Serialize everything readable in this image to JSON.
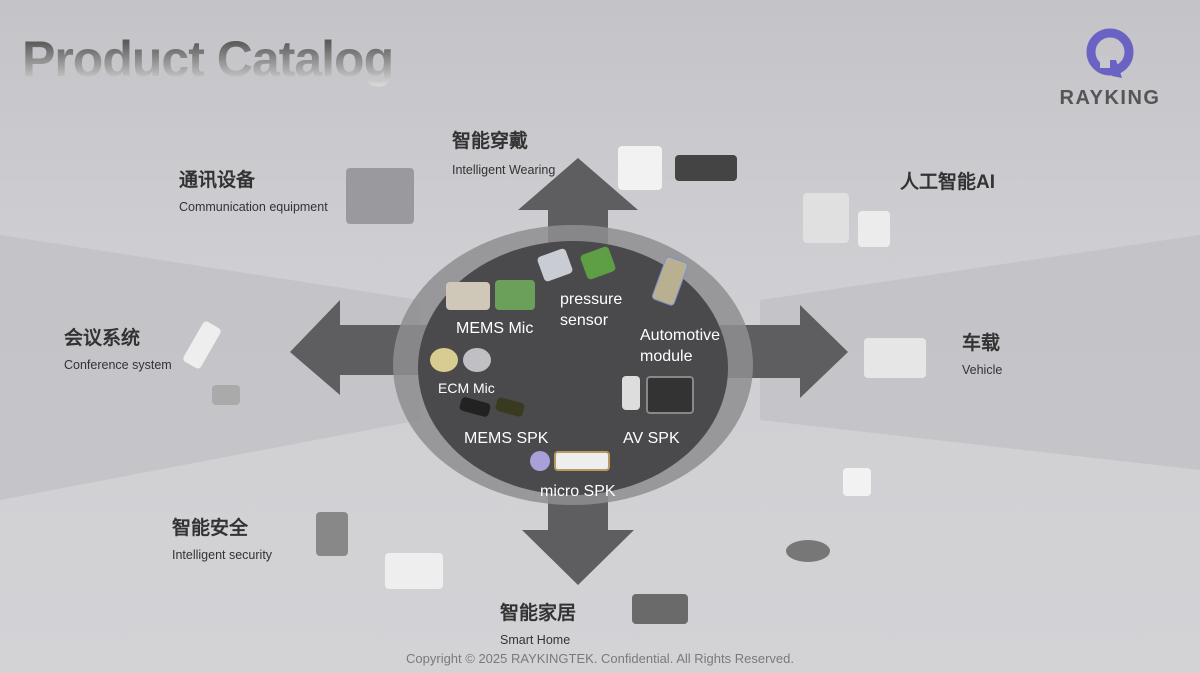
{
  "title": "Product Catalog",
  "logo": {
    "text": "RAYKING",
    "color": "#6a63c4"
  },
  "categories": {
    "wearing": {
      "zh": "智能穿戴",
      "en": "Intelligent Wearing"
    },
    "comm": {
      "zh": "通讯设备",
      "en": "Communication equipment"
    },
    "ai": {
      "zh": "人工智能AI"
    },
    "conference": {
      "zh": "会议系统",
      "en": "Conference  system"
    },
    "vehicle": {
      "zh": "车载",
      "en": "Vehicle"
    },
    "security": {
      "zh": "智能安全",
      "en": "Intelligent  security"
    },
    "home": {
      "zh": "智能家居",
      "en": "Smart Home"
    }
  },
  "products": {
    "mems_mic": "MEMS Mic",
    "pressure": "pressure sensor",
    "automotive": "Automotive module",
    "ecm": "ECM Mic",
    "mems_spk": "MEMS SPK",
    "av_spk": "AV SPK",
    "micro_spk": "micro SPK"
  },
  "copyright": "Copyright © 2025 RAYKINGTEK. Confidential. All Rights Reserved."
}
